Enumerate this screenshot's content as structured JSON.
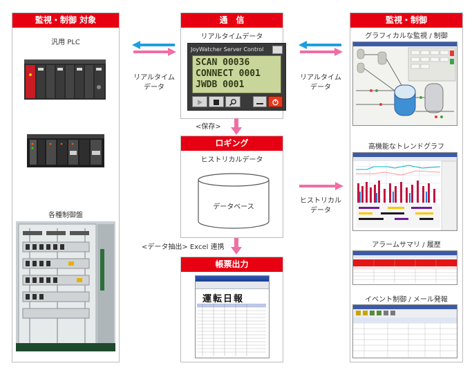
{
  "left": {
    "title": "監視・制御 対象",
    "plc_label": "汎用 PLC",
    "panel_label": "各種制御盤"
  },
  "center": {
    "comm_title": "通　信",
    "realtime_label": "リアルタイムデータ",
    "lcd": {
      "title": "JoyWatcher Server Control",
      "lines": [
        "SCAN 00036",
        "CONNECT 0001",
        "JWDB 0001"
      ]
    },
    "save_label": "<保存>",
    "logging_title": "ロギング",
    "historical_label": "ヒストリカルデータ",
    "database_label": "データベース",
    "extract_label": "<データ抽出> Excel 連携",
    "report_title": "帳票出力",
    "report_doc_title": "運転日報"
  },
  "right": {
    "title": "監視・制御",
    "graphical_label": "グラフィカルな監視 / 制御",
    "trend_label": "高機能なトレンドグラフ",
    "alarm_label": "アラームサマリ / 履歴",
    "event_label": "イベント制御 / メール発報"
  },
  "arrows": {
    "left_realtime": [
      "リアルタイム",
      "データ"
    ],
    "right_realtime": [
      "リアルタイム",
      "データ"
    ],
    "historical": [
      "ヒストリカル",
      "データ"
    ]
  },
  "colors": {
    "header_red": "#e60012",
    "blue_arrow": "#1e9fe0",
    "pink_arrow": "#ef6fa5"
  }
}
